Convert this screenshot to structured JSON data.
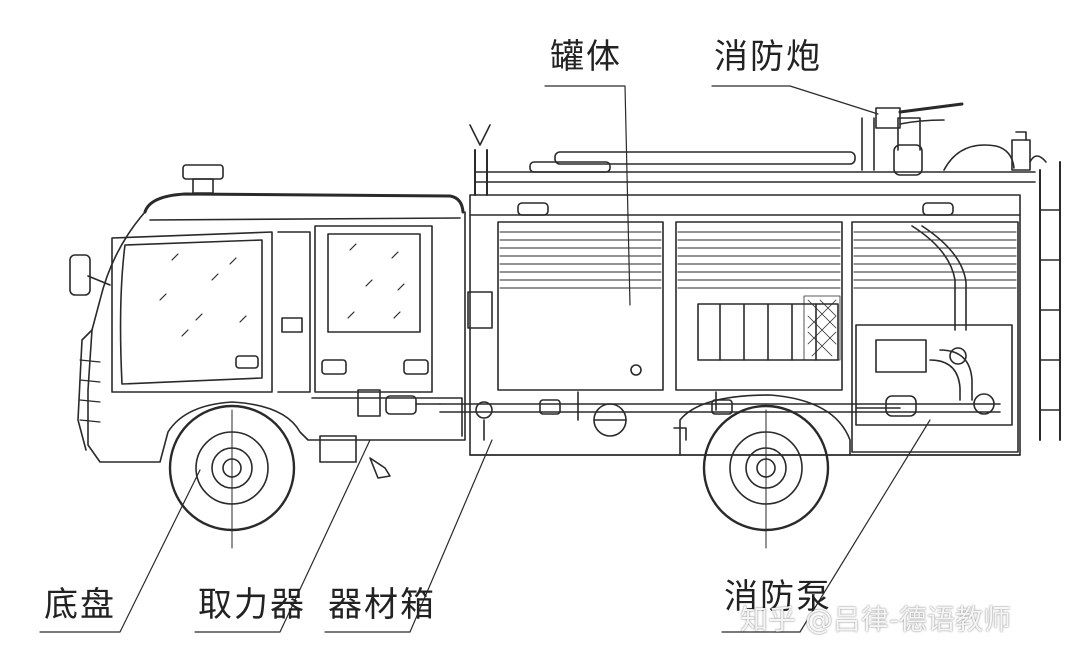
{
  "labels": {
    "tank": "罐体",
    "monitor": "消防炮",
    "chassis": "底盘",
    "pto": "取力器",
    "equipment_box": "器材箱",
    "pump": "消防泵"
  },
  "watermark": "知乎 @吕律-德语教师",
  "colors": {
    "line": "#2a2a2a",
    "background": "#ffffff"
  }
}
